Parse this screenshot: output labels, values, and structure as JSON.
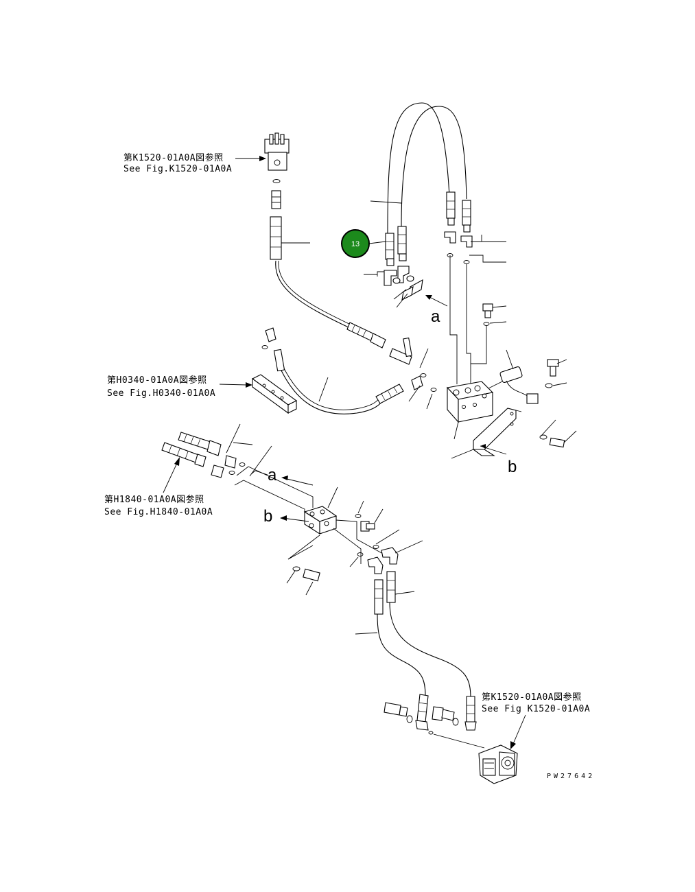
{
  "references": [
    {
      "jp": "第K1520-01A0A図参照",
      "en": "See Fig.K1520-01A0A"
    },
    {
      "jp": "第H0340-01A0A図参照",
      "en": "See Fig.H0340-01A0A"
    },
    {
      "jp": "第H1840-01A0A図参照",
      "en": "See Fig.H1840-01A0A"
    },
    {
      "jp": "第K1520-01A0A図参照",
      "en": "See Fig K1520-01A0A"
    }
  ],
  "letters": {
    "a_upper": "a",
    "b_upper": "b",
    "a_lower": "a",
    "b_lower": "b"
  },
  "callout": {
    "number": "13",
    "color": "#1c8a1c"
  },
  "drawing_code": "PW27642"
}
